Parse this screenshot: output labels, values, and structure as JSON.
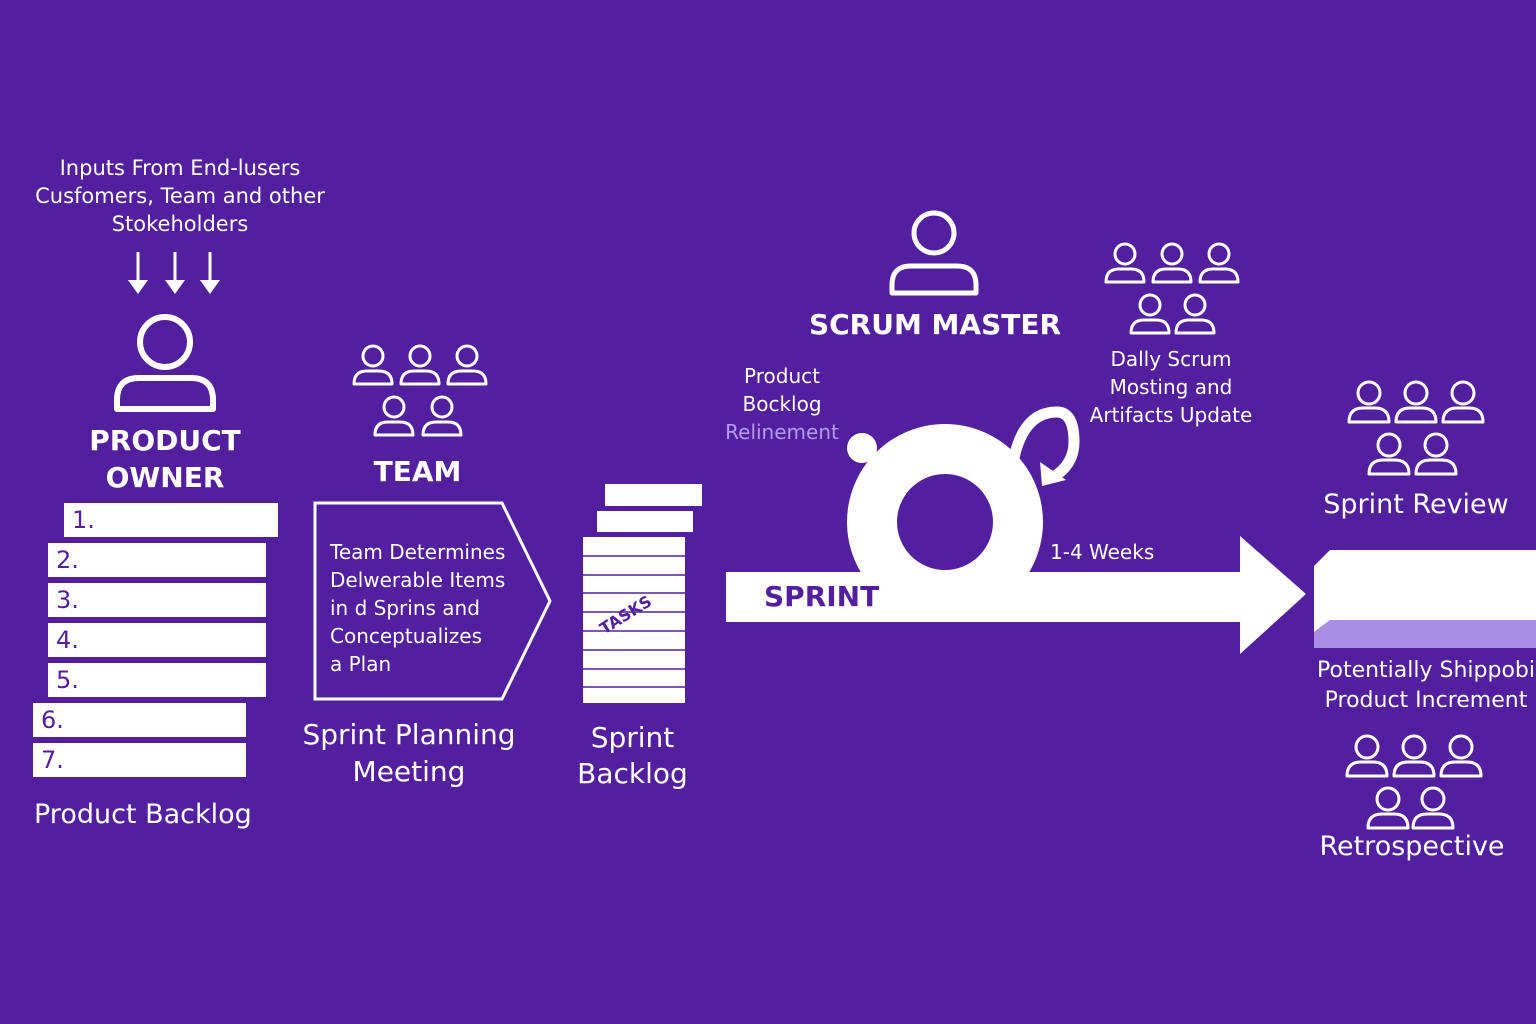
{
  "colors": {
    "background": "#521f9e",
    "foreground": "#ffffff",
    "accent_light": "#b49cf0",
    "purple_text": "#521f9e"
  },
  "inputs": {
    "lines": [
      "Inputs From End-lusers",
      "Cusfomers, Team and other",
      "Stokeholders"
    ],
    "arrow_icon": "down-arrow-icon"
  },
  "product_owner": {
    "title_line1": "PRODUCT",
    "title_line2": "OWNER",
    "icon": "person-icon"
  },
  "product_backlog": {
    "items": [
      "1.",
      "2.",
      "3.",
      "4.",
      "5.",
      "6.",
      "7."
    ],
    "label": "Product Backlog"
  },
  "team": {
    "title": "TEAM",
    "icon": "group-icon"
  },
  "sprint_planning": {
    "box_lines": [
      "Team Determines",
      "Delwerable Items",
      "in d Sprins and",
      "Conceptualizes",
      "a Plan"
    ],
    "label_line1": "Sprint Planning",
    "label_line2": "Meeting"
  },
  "sprint_backlog": {
    "tasks_label": "TASKS",
    "label_line1": "Sprint",
    "label_line2": "Backlog"
  },
  "scrum_master": {
    "title": "SCRUM MASTER",
    "icon": "person-icon"
  },
  "refinement": {
    "line1": "Product",
    "line2": "Bocklog",
    "line3": "Relinement"
  },
  "daily_scrum": {
    "lines": [
      "Dally Scrum",
      "Mosting and",
      "Artifacts Update"
    ],
    "icon": "group-icon"
  },
  "sprint": {
    "label": "SPRINT",
    "duration": "1-4 Weeks",
    "cycle_icon": "cycle-icon"
  },
  "sprint_review": {
    "label": "Sprint Review",
    "icon": "group-icon"
  },
  "increment": {
    "line1": "Potentially Shippobi",
    "line2": "Product Increment"
  },
  "retrospective": {
    "label": "Retrospective",
    "icon": "group-icon"
  }
}
